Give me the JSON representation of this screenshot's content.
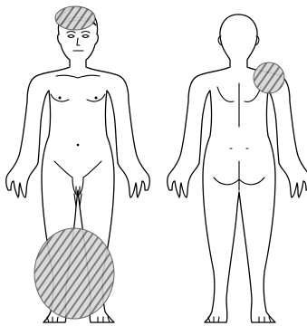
{
  "figure": {
    "views": [
      "front",
      "back"
    ],
    "marked_regions": [
      {
        "view": "front",
        "region": "head-top"
      },
      {
        "view": "front",
        "region": "knees-lower-legs"
      },
      {
        "view": "back",
        "region": "right-shoulder"
      }
    ],
    "colors": {
      "outline": "#000000",
      "hatch": "#888888",
      "background": "#ffffff"
    }
  }
}
